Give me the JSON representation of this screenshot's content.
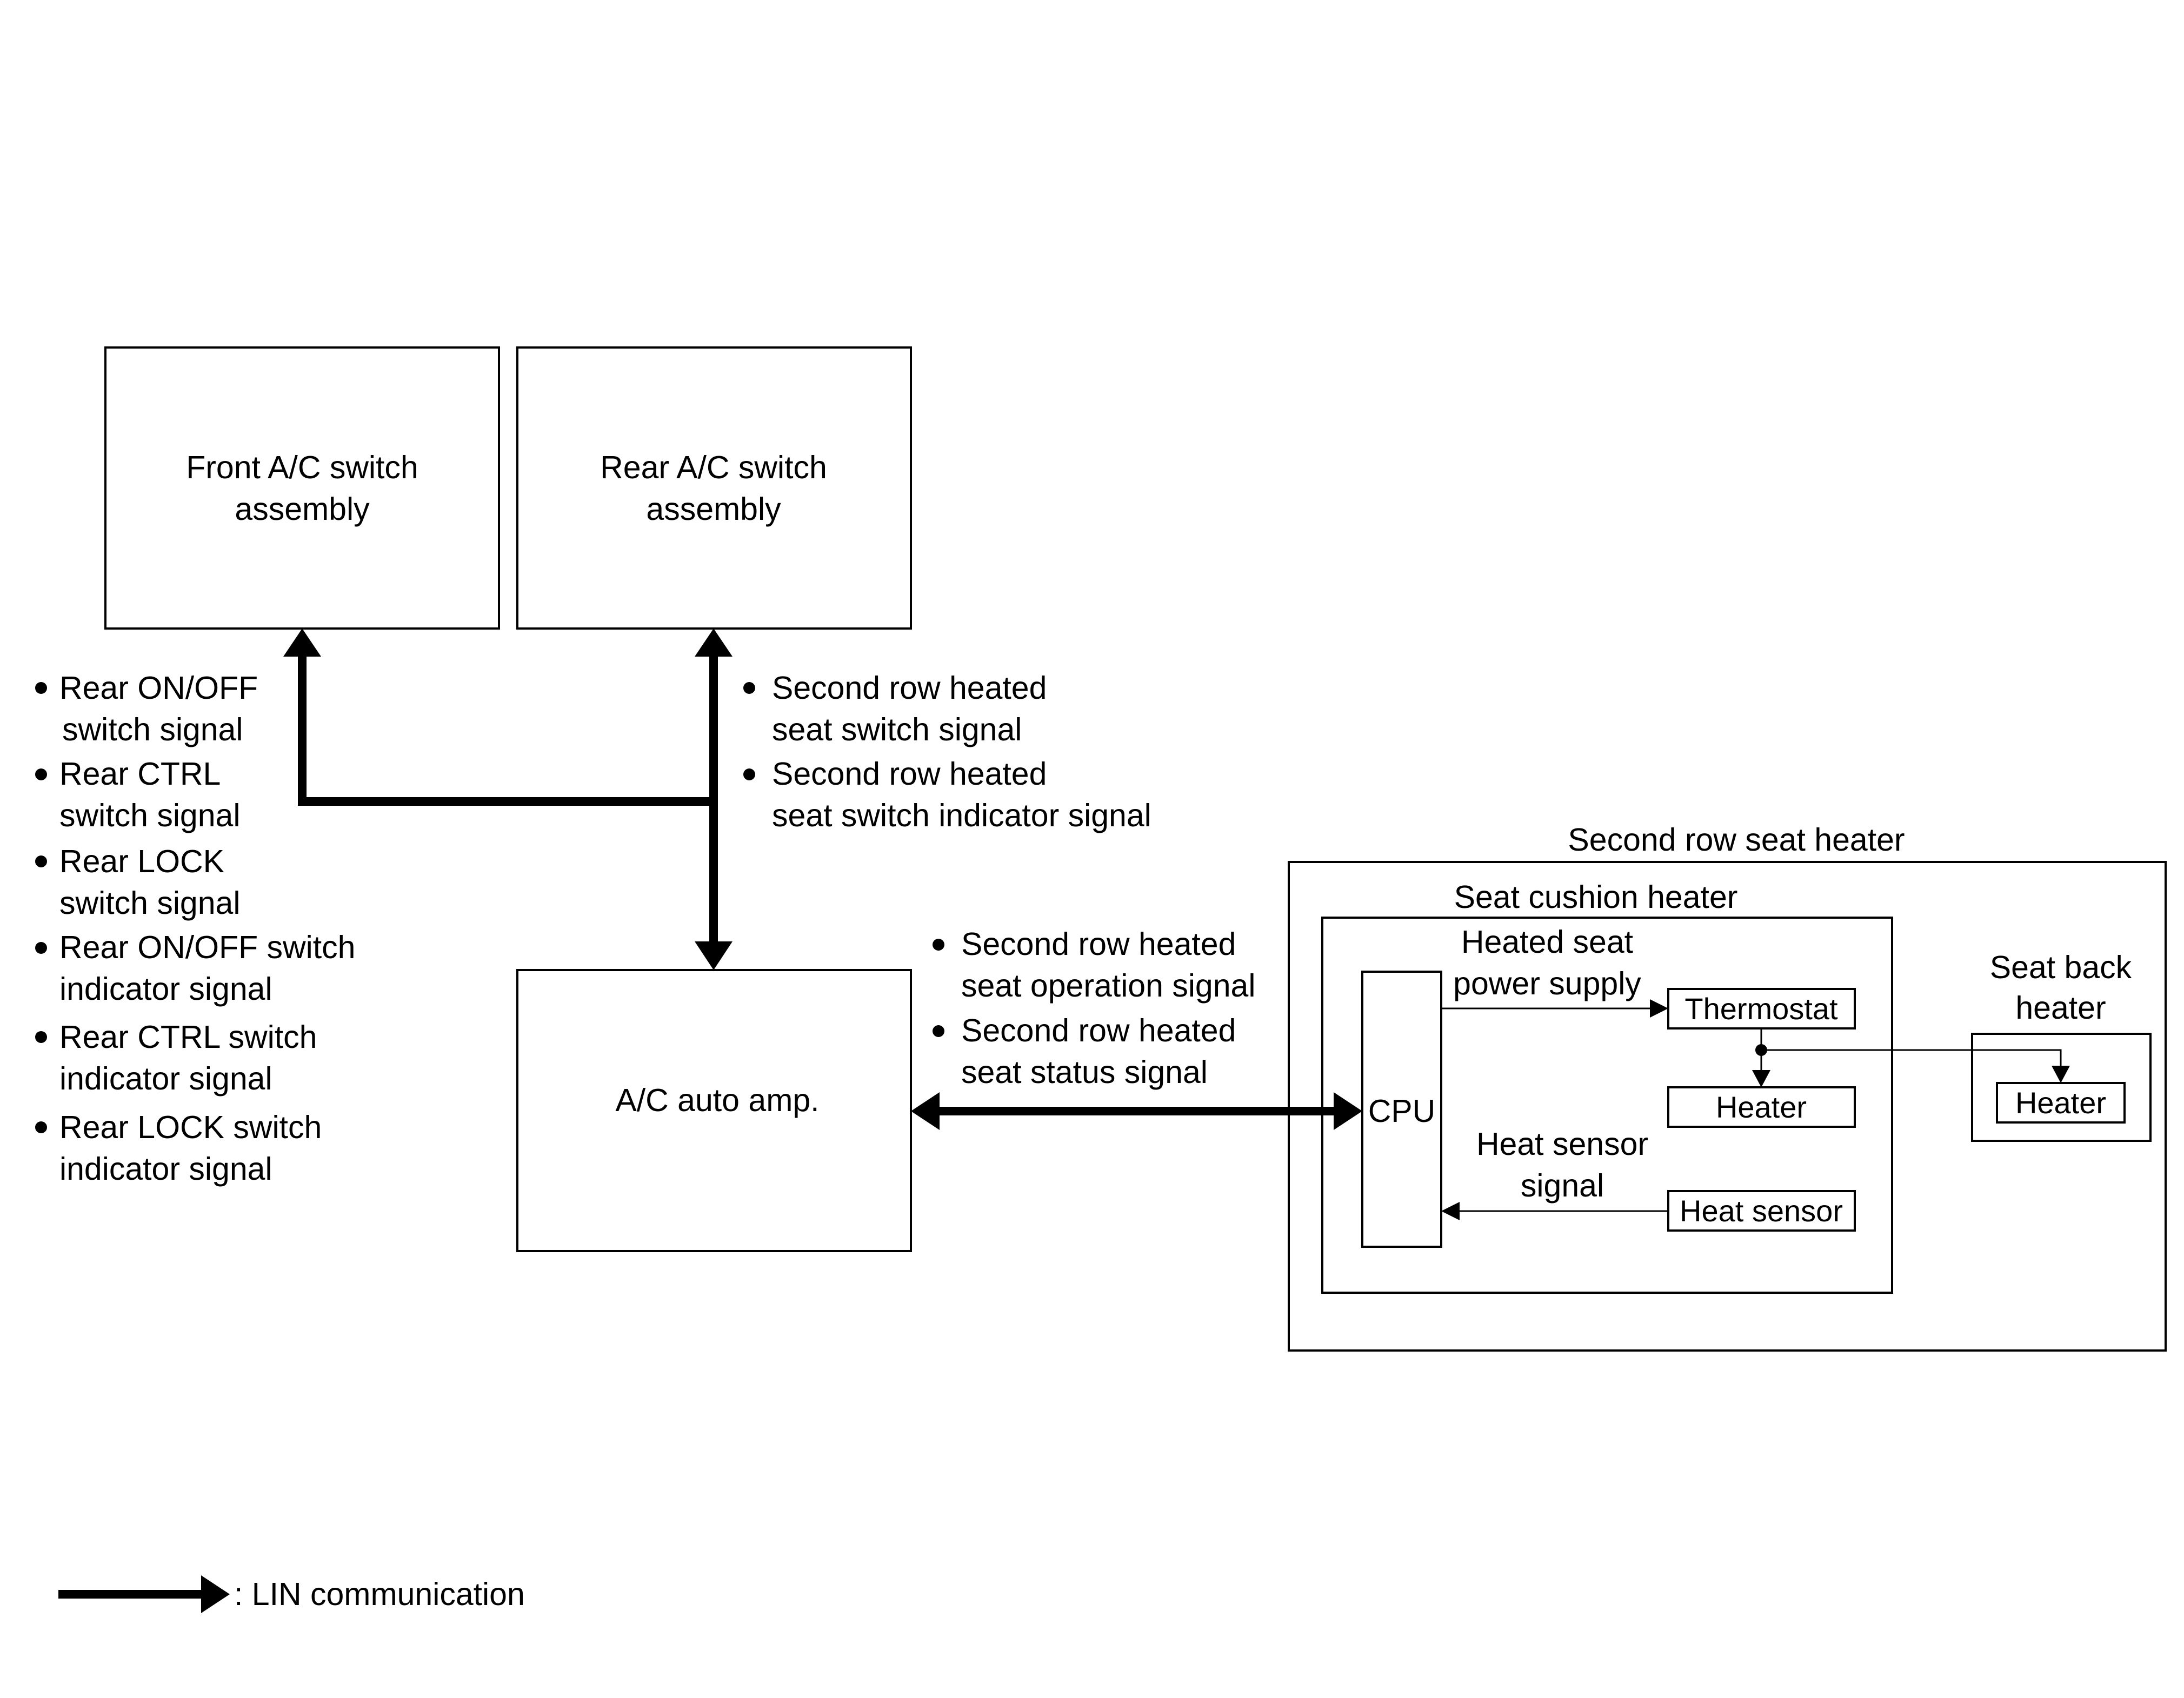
{
  "blocks": {
    "front_ac_switch": [
      "Front A/C switch",
      "assembly"
    ],
    "rear_ac_switch": [
      "Rear A/C switch",
      "assembly"
    ],
    "ac_auto_amp": "A/C auto amp."
  },
  "signals_left": [
    [
      "Rear ON/OFF",
      "switch signal"
    ],
    [
      "Rear CTRL",
      "switch signal"
    ],
    [
      "Rear LOCK",
      "switch signal"
    ],
    [
      "Rear ON/OFF switch",
      "indicator signal"
    ],
    [
      "Rear CTRL switch",
      "indicator signal"
    ],
    [
      "Rear LOCK switch",
      "indicator signal"
    ]
  ],
  "signals_rear_switch": [
    [
      "Second row heated",
      "seat switch signal"
    ],
    [
      "Second row heated",
      "seat switch indicator signal"
    ]
  ],
  "signals_amp": [
    [
      "Second row heated",
      "seat operation signal"
    ],
    [
      "Second row heated",
      "seat status signal"
    ]
  ],
  "heater_system": {
    "title": "Second row seat heater",
    "cushion_title": "Seat cushion heater",
    "power_supply_label": [
      "Heated seat",
      "power supply"
    ],
    "cpu": "CPU",
    "thermostat": "Thermostat",
    "heater": "Heater",
    "heat_sensor": "Heat sensor",
    "heat_sensor_signal": [
      "Heat sensor",
      "signal"
    ],
    "seat_back_title": [
      "Seat back",
      "heater"
    ],
    "seat_back_heater": "Heater"
  },
  "legend": {
    "label": ": LIN communication"
  }
}
